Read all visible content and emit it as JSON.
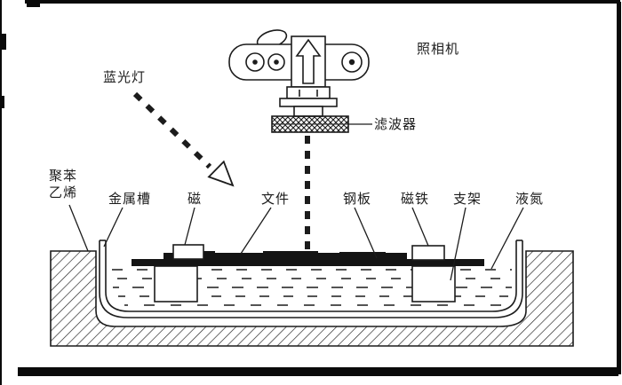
{
  "diagram": {
    "labels": {
      "camera": "照相机",
      "blue_light": "蓝光灯",
      "filter": "滤波器",
      "polystyrene": "聚苯\n乙烯",
      "metal_trough": "金属槽",
      "magnetic": "磁",
      "document": "文件",
      "steel_plate": "钢板",
      "magnet": "磁铁",
      "support": "支架",
      "liquid_nitrogen": "液氮"
    },
    "colors": {
      "ink": "#1c1c1c",
      "paper": "#ffffff"
    }
  }
}
